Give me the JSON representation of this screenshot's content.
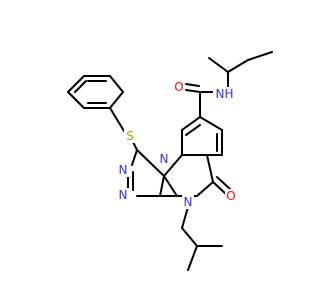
{
  "colors": {
    "carbon": "#000000",
    "nitrogen": "#3333ff",
    "oxygen": "#ff0d0d",
    "sulfur": "#b8a000",
    "background": "#ffffff"
  },
  "atoms": {
    "carboxamide_o": "O",
    "amide_nh": "N",
    "amide_h": "H",
    "thioether_s": "S",
    "triazole_n1": "N",
    "triazole_n2": "N",
    "ring_fusion_n": "N",
    "lactam_o": "O",
    "lactam_n": "N"
  }
}
